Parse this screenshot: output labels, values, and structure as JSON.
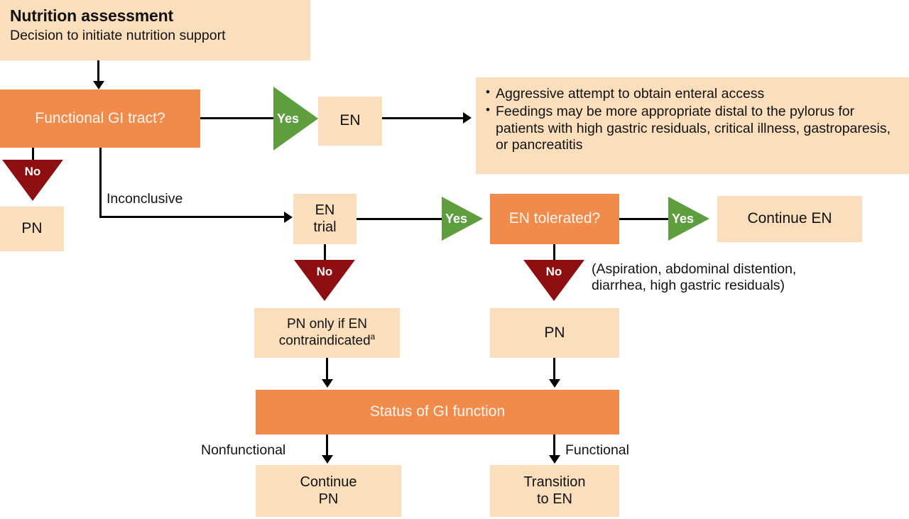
{
  "diagram": {
    "title": "Nutrition assessment",
    "subtitle": "Decision to initiate nutrition support",
    "colors": {
      "orange_fill": "#f08b4c",
      "peach_fill": "#fbdfbd",
      "green_yes": "#5f9e3f",
      "dark_red_no": "#8d0f11",
      "connector": "#000000",
      "text_dark": "#111111",
      "text_light": "#fdf6ee"
    },
    "nodes": {
      "header_title": "Nutrition assessment",
      "header_subtitle": "Decision to initiate nutrition support",
      "functional_gi_tract": "Functional GI tract?",
      "en": "EN",
      "pn_left": "PN",
      "en_trial_line1": "EN",
      "en_trial_line2": "trial",
      "en_tolerated": "EN tolerated?",
      "continue_en": "Continue EN",
      "pn_only_line1": "PN only if EN",
      "pn_only_line2": "contraindicated",
      "pn_only_superscript": "a",
      "pn_right": "PN",
      "status_gi_function": "Status of GI function",
      "continue_pn_line1": "Continue",
      "continue_pn_line2": "PN",
      "transition_en_line1": "Transition",
      "transition_en_line2": "to EN"
    },
    "enteral_access_bullets": [
      "Aggressive attempt to obtain enteral access",
      "Feedings may be more appropriate distal to the pylorus for patients with high gastric residuals, critical illness, gastroparesis, or pancreatitis"
    ],
    "decision_labels": {
      "yes_1": "Yes",
      "yes_2": "Yes",
      "yes_3": "Yes",
      "no_1": "No",
      "no_2": "No",
      "no_3": "No"
    },
    "edge_labels": {
      "inconclusive": "Inconclusive",
      "nonfunctional": "Nonfunctional",
      "functional": "Functional"
    },
    "annotations": {
      "intolerance_note_line1": "(Aspiration, abdominal distention,",
      "intolerance_note_line2": "diarrhea, high gastric residuals)"
    }
  }
}
